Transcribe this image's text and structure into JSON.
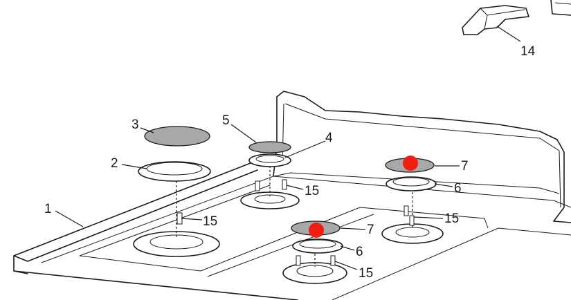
{
  "diagram": {
    "colors": {
      "line": "#1a1a1a",
      "cap_fill": "#a8a8a8",
      "marker": "#f01e10",
      "background": "#ffffff"
    },
    "callouts": [
      {
        "id": "c14",
        "text": "14"
      },
      {
        "id": "c3",
        "text": "3"
      },
      {
        "id": "c5",
        "text": "5"
      },
      {
        "id": "c4",
        "text": "4"
      },
      {
        "id": "c2",
        "text": "2"
      },
      {
        "id": "c7a",
        "text": "7"
      },
      {
        "id": "c6a",
        "text": "6"
      },
      {
        "id": "c15a",
        "text": "15"
      },
      {
        "id": "c1",
        "text": "1"
      },
      {
        "id": "c15b",
        "text": "15"
      },
      {
        "id": "c15c",
        "text": "15"
      },
      {
        "id": "c7b",
        "text": "7"
      },
      {
        "id": "c6b",
        "text": "6"
      },
      {
        "id": "c15d",
        "text": "15"
      }
    ]
  }
}
